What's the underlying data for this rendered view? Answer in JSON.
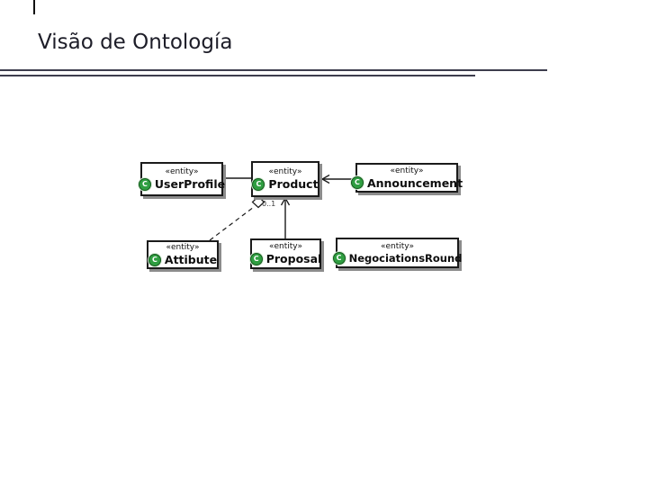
{
  "slide": {
    "title": "Visão de Ontología"
  },
  "diagram": {
    "icon_letter": "C",
    "multiplicity_label": "0..1",
    "entities": [
      {
        "stereotype": "«entity»",
        "name": "UserProfile"
      },
      {
        "stereotype": "«entity»",
        "name": "Product"
      },
      {
        "stereotype": "«entity»",
        "name": "Announcement"
      },
      {
        "stereotype": "«entity»",
        "name": "Attibute"
      },
      {
        "stereotype": "«entity»",
        "name": "Proposal"
      },
      {
        "stereotype": "«entity»",
        "name": "NegociationsRound"
      }
    ],
    "relationships": [
      {
        "from": "UserProfile",
        "to": "Product",
        "type": "association"
      },
      {
        "from": "Announcement",
        "to": "Product",
        "type": "directed-association"
      },
      {
        "from": "Proposal",
        "to": "Product",
        "type": "directed-association"
      },
      {
        "from": "Attibute",
        "to": "Product",
        "type": "dashed-line-open-diamond-aggregation"
      }
    ],
    "colors": {
      "icon_green": "#2f9e41",
      "box_border": "#1b1b1b",
      "box_shadow": "#8c8c8c",
      "rule_line": "#3d3d4d",
      "connector": "#1a1a1a"
    }
  }
}
